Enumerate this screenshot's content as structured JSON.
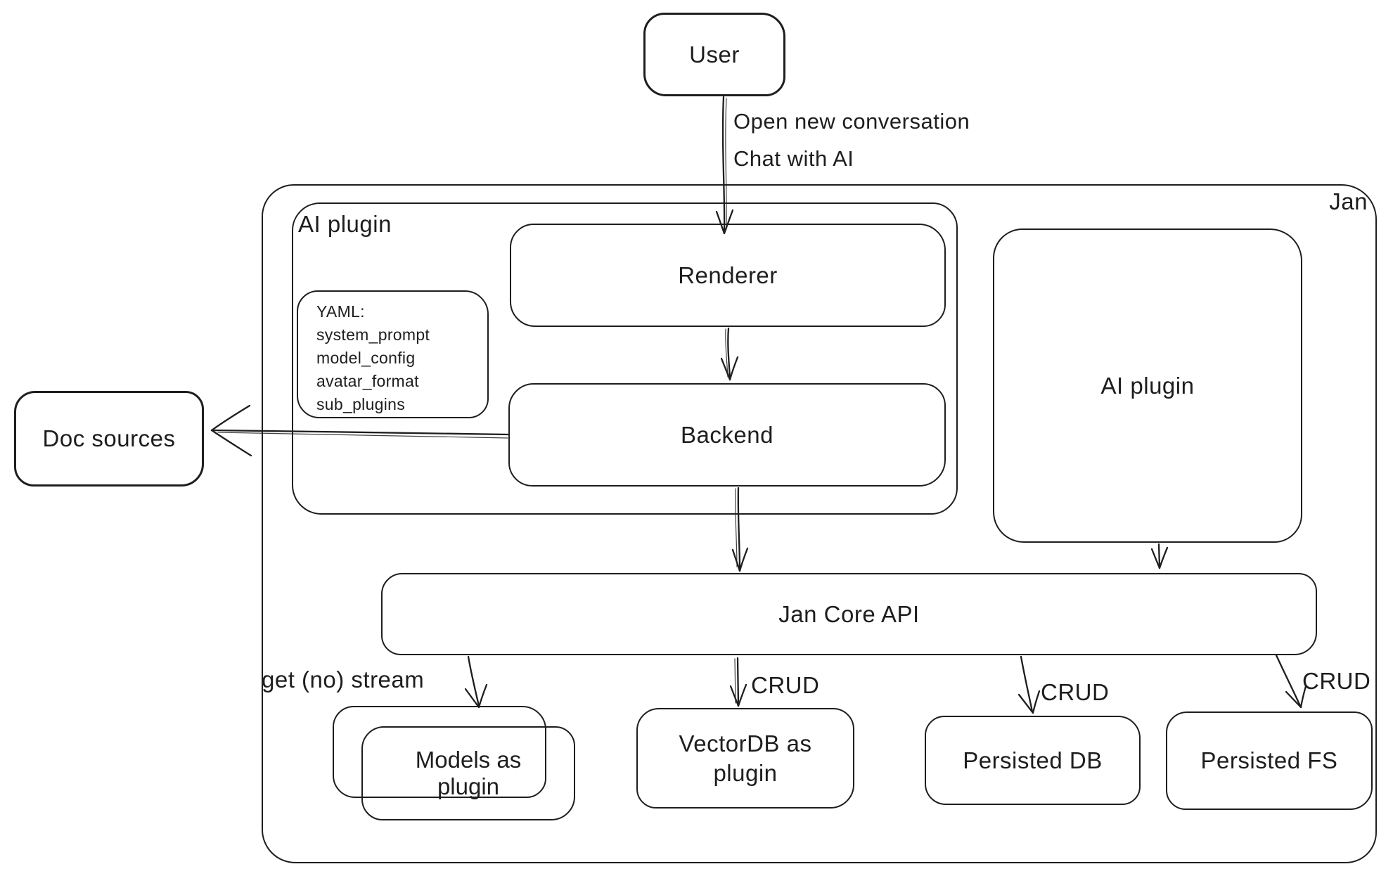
{
  "colors": {
    "stroke": "#1e1e1e",
    "background": "#ffffff"
  },
  "nodes": {
    "user": {
      "label": "User"
    },
    "jan_container": {
      "label": "Jan"
    },
    "ai_plugin_container": {
      "label": "AI plugin"
    },
    "yaml_note": {
      "lines": [
        "YAML:",
        "system_prompt",
        "model_config",
        "avatar_format",
        "sub_plugins"
      ]
    },
    "renderer": {
      "label": "Renderer"
    },
    "backend": {
      "label": "Backend"
    },
    "ai_plugin_right": {
      "label": "AI plugin"
    },
    "doc_sources": {
      "label": "Doc sources"
    },
    "jan_core_api": {
      "label": "Jan Core API"
    },
    "models_as_plugin": {
      "label": "Models as plugin"
    },
    "vectordb_as_plugin": {
      "label": "VectorDB as plugin"
    },
    "persisted_db": {
      "label": "Persisted DB"
    },
    "persisted_fs": {
      "label": "Persisted FS"
    }
  },
  "edge_labels": {
    "user_to_renderer_line1": "Open new conversation",
    "user_to_renderer_line2": "Chat with AI",
    "core_to_models": "get (no) stream",
    "core_to_vectordb": "CRUD",
    "core_to_persisted_db": "CRUD",
    "core_to_persisted_fs": "CRUD"
  }
}
